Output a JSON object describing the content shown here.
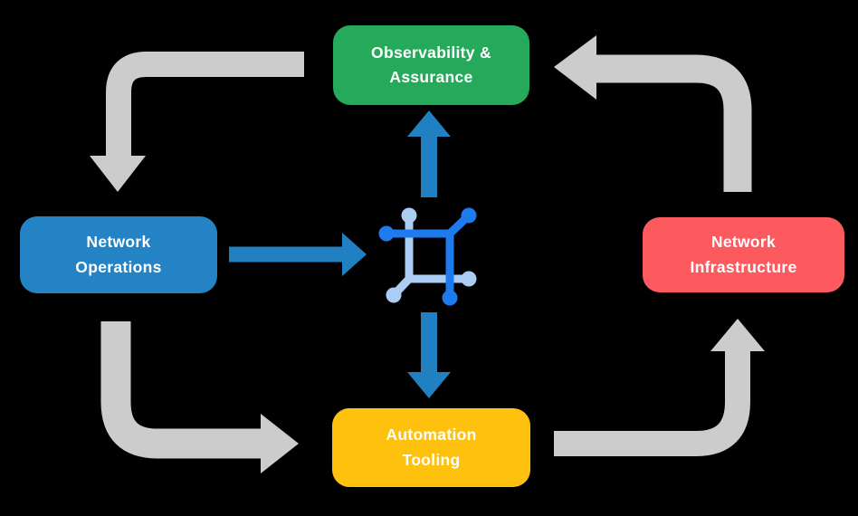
{
  "diagram": {
    "background_color": "#000000",
    "text_color": "#ffffff",
    "nodes": [
      {
        "id": "observability-assurance",
        "label": "Observability &\nAssurance",
        "color": "#25a95a",
        "position": "top-center"
      },
      {
        "id": "network-operations",
        "label": "Network\nOperations",
        "color": "#2383c4",
        "position": "middle-left"
      },
      {
        "id": "network-infrastructure",
        "label": "Network\nInfrastructure",
        "color": "#fc5a5f",
        "position": "middle-right"
      },
      {
        "id": "automation-tooling",
        "label": "Automation\nTooling",
        "color": "#fec10d",
        "position": "bottom-center"
      }
    ],
    "center_icon": {
      "name": "network-platform-icon",
      "dark_color": "#1e7bee",
      "light_color": "#abccf3"
    },
    "arrows": {
      "gray_color": "#cccccc",
      "blue_color": "#2180c2",
      "flows": [
        {
          "from": "observability-assurance",
          "to": "network-operations",
          "style": "gray-elbow"
        },
        {
          "from": "network-operations",
          "to": "automation-tooling",
          "style": "gray-elbow"
        },
        {
          "from": "automation-tooling",
          "to": "network-infrastructure",
          "style": "gray-elbow"
        },
        {
          "from": "network-infrastructure",
          "to": "observability-assurance",
          "style": "gray-elbow"
        },
        {
          "from": "network-operations",
          "to": "center-icon",
          "style": "blue-straight"
        },
        {
          "from": "center-icon",
          "to": "observability-assurance",
          "style": "blue-straight"
        },
        {
          "from": "center-icon",
          "to": "automation-tooling",
          "style": "blue-straight"
        }
      ]
    }
  }
}
